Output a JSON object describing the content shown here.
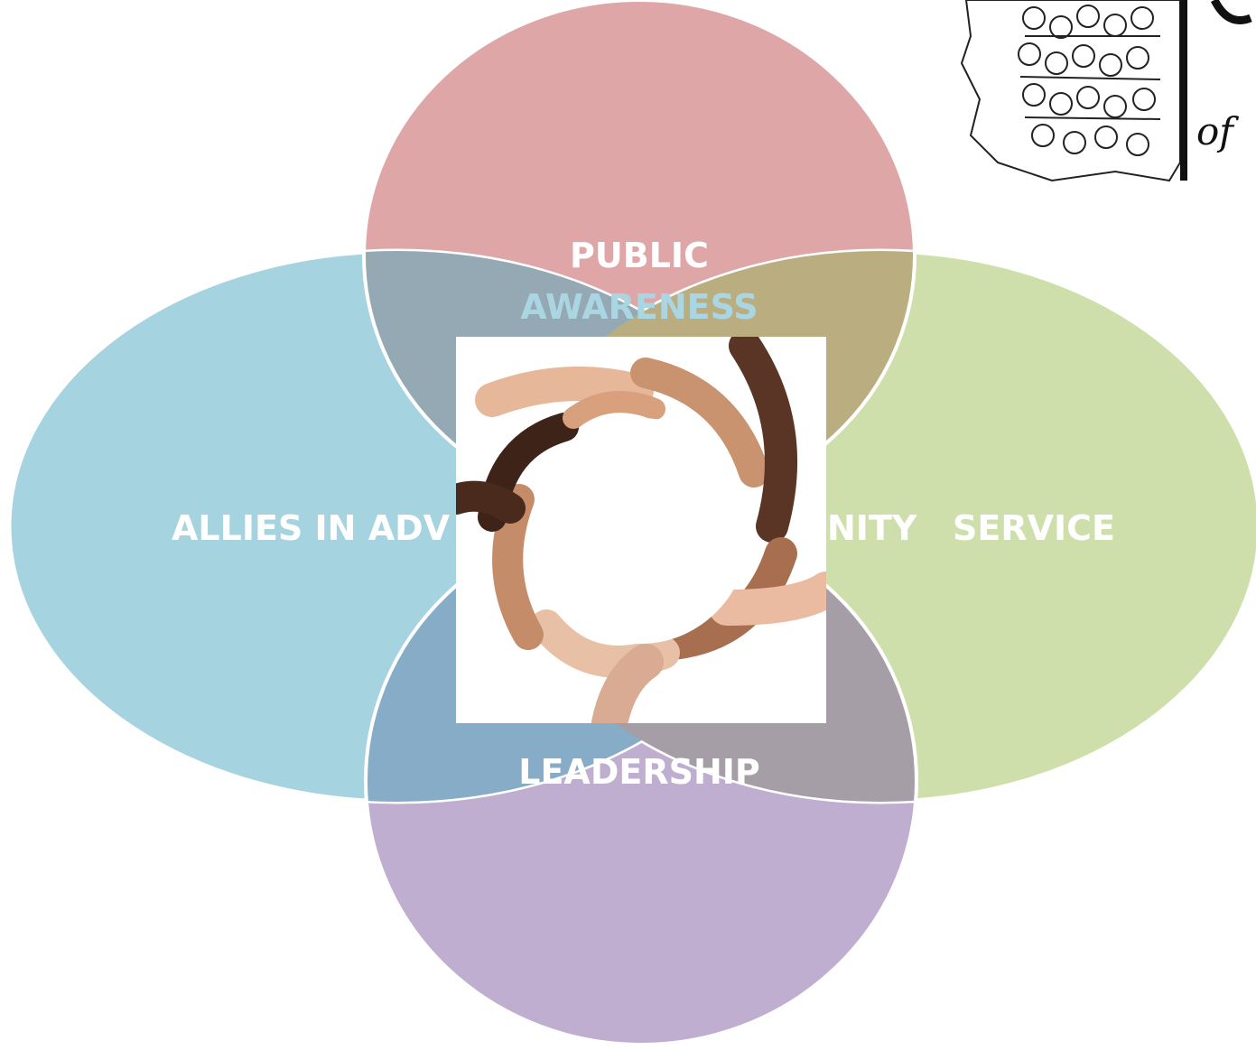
{
  "diagram": {
    "circles": [
      {
        "id": "public-awareness",
        "label_lines": [
          "PUBLIC",
          "AWARENESS"
        ],
        "color": "#dfa6a7"
      },
      {
        "id": "allies-in-advocacy",
        "label": "ALLIES IN ADV",
        "color": "#a6d3e0"
      },
      {
        "id": "community-service",
        "label_parts": [
          "NITY",
          "SERVICE"
        ],
        "color": "#cfdfac"
      },
      {
        "id": "leadership",
        "label": "LEADERSHIP",
        "color": "#bfaecf"
      }
    ],
    "overlap_colors": {
      "top-left": "#94a9b3",
      "top-right": "#baae81",
      "bottom-left": "#86acc7",
      "bottom-right": "#a59ea6"
    },
    "center_image": {
      "subject": "hands forming a circle"
    }
  },
  "logo": {
    "partial_text": "of",
    "icon": "state-map-with-crowd-logo"
  }
}
